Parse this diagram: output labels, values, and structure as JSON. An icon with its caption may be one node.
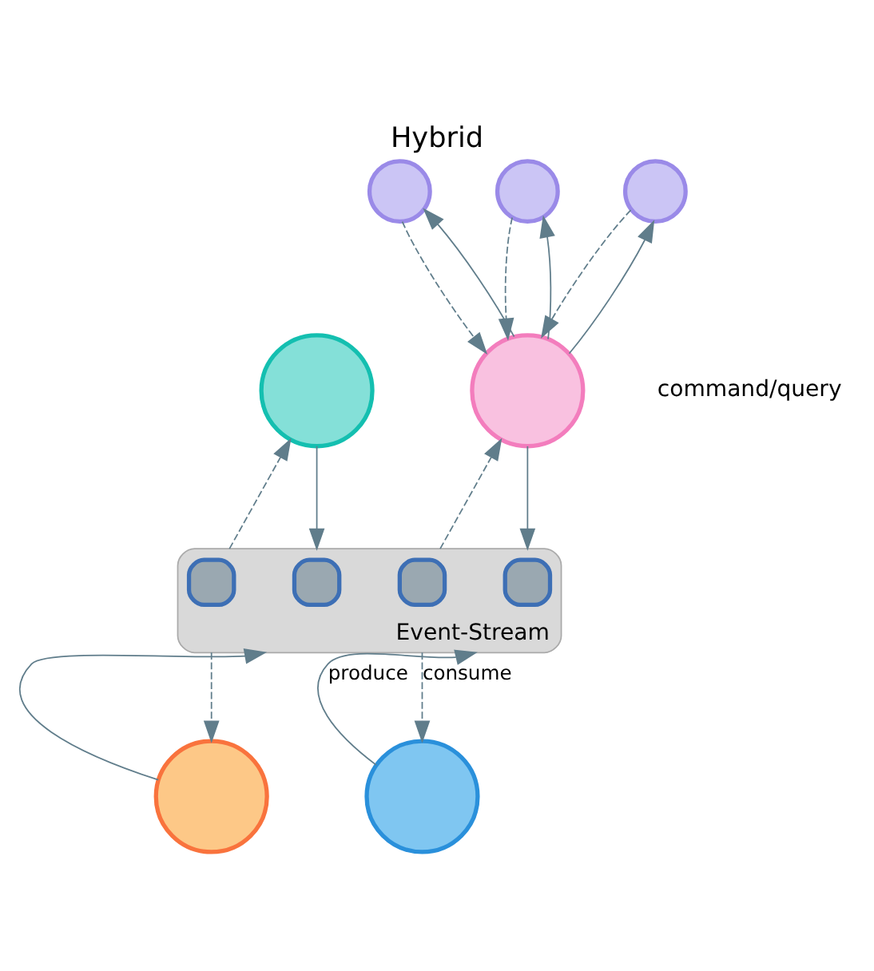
{
  "diagram": {
    "title": "Hybrid",
    "nodes": [
      {
        "text": [],
        "shape": "circle"
      },
      {
        "text": [],
        "shape": "circle"
      },
      {
        "text": [],
        "shape": "circle"
      },
      {
        "text": [],
        "shape": "circle"
      },
      {
        "text": [],
        "shape": "circle"
      },
      {
        "text": [],
        "shape": "box",
        "beside": [
          "Event-Stream"
        ]
      },
      {
        "text": [],
        "shape": "box",
        "in": 5
      },
      {
        "text": [],
        "shape": "box",
        "in": 5
      },
      {
        "text": [],
        "shape": "box",
        "in": 5
      },
      {
        "text": [],
        "shape": "box",
        "in": 5
      },
      {
        "text": [],
        "shape": "circle"
      },
      {
        "text": [],
        "shape": "circle"
      }
    ],
    "edges": [
      {
        "from": 0,
        "to": 5,
        "arrow": "to"
      },
      {
        "from": 5,
        "to": 0,
        "arrow": "to",
        "style": "dashed"
      },
      {
        "from": 1,
        "to": 5,
        "arrow": "to"
      },
      {
        "from": 5,
        "to": 1,
        "arrow": "to",
        "style": "dashed"
      },
      {
        "from": 1,
        "to": 2,
        "arrow": "to"
      },
      {
        "from": 2,
        "to": 1,
        "arrow": "to",
        "style": "dashed"
      },
      {
        "from": 1,
        "to": 3,
        "arrow": "to"
      },
      {
        "from": 3,
        "to": 1,
        "arrow": "to",
        "style": "dashed"
      },
      {
        "from": 1,
        "to": 4,
        "arrow": "to"
      },
      {
        "from": 4,
        "to": 1,
        "arrow": "to",
        "style": "dashed"
      },
      {
        "from": 10,
        "to": 5,
        "arrow": "to"
      },
      {
        "from": 5,
        "to": 10,
        "arrow": "to",
        "style": "dashed"
      },
      {
        "from": 11,
        "to": 5,
        "arrow": "to",
        "label": "produce"
      },
      {
        "from": 5,
        "to": 11,
        "arrow": "to",
        "style": "dashed",
        "label": "consume"
      }
    ],
    "labels": [
      "command/query"
    ]
  }
}
